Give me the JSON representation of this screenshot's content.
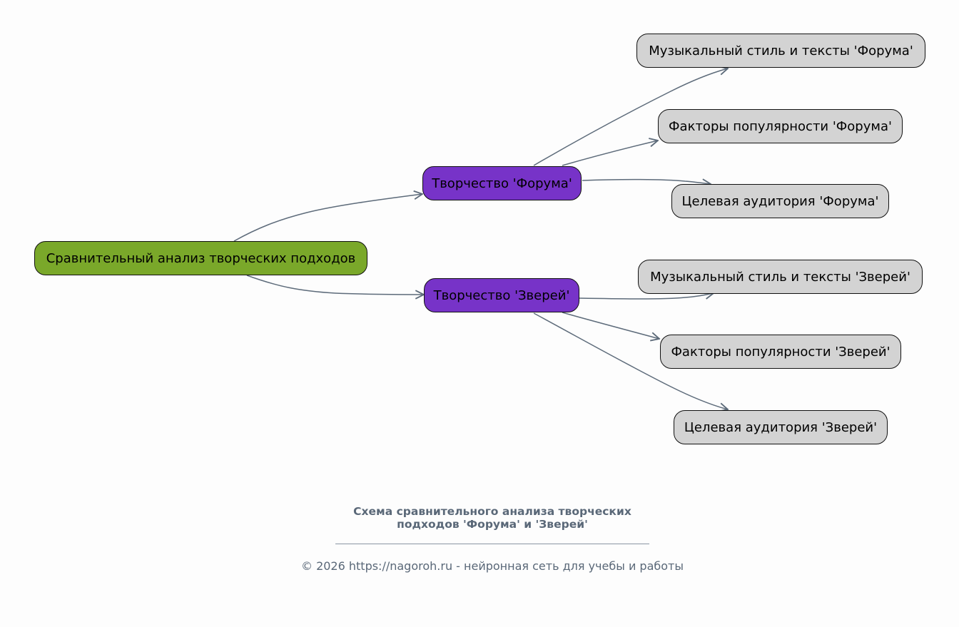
{
  "diagram": {
    "root": {
      "label": "Сравнительный анализ творческих подходов"
    },
    "branches": [
      {
        "label": "Творчество 'Форума'",
        "children": [
          "Музыкальный стиль и тексты 'Форума'",
          "Факторы популярности 'Форума'",
          "Целевая аудитория 'Форума'"
        ]
      },
      {
        "label": "Творчество 'Зверей'",
        "children": [
          "Музыкальный стиль и тексты 'Зверей'",
          "Факторы популярности 'Зверей'",
          "Целевая аудитория 'Зверей'"
        ]
      }
    ],
    "colors": {
      "root": "#7aa82a",
      "branch": "#7733c8",
      "leaf": "#d3d3d3",
      "edge": "#5d6b7a"
    }
  },
  "caption": {
    "line1": "Схема сравнительного анализа творческих",
    "line2": "подходов 'Форума' и 'Зверей'"
  },
  "footer": {
    "text": "© 2026 https://nagoroh.ru - нейронная сеть для учебы и работы"
  }
}
